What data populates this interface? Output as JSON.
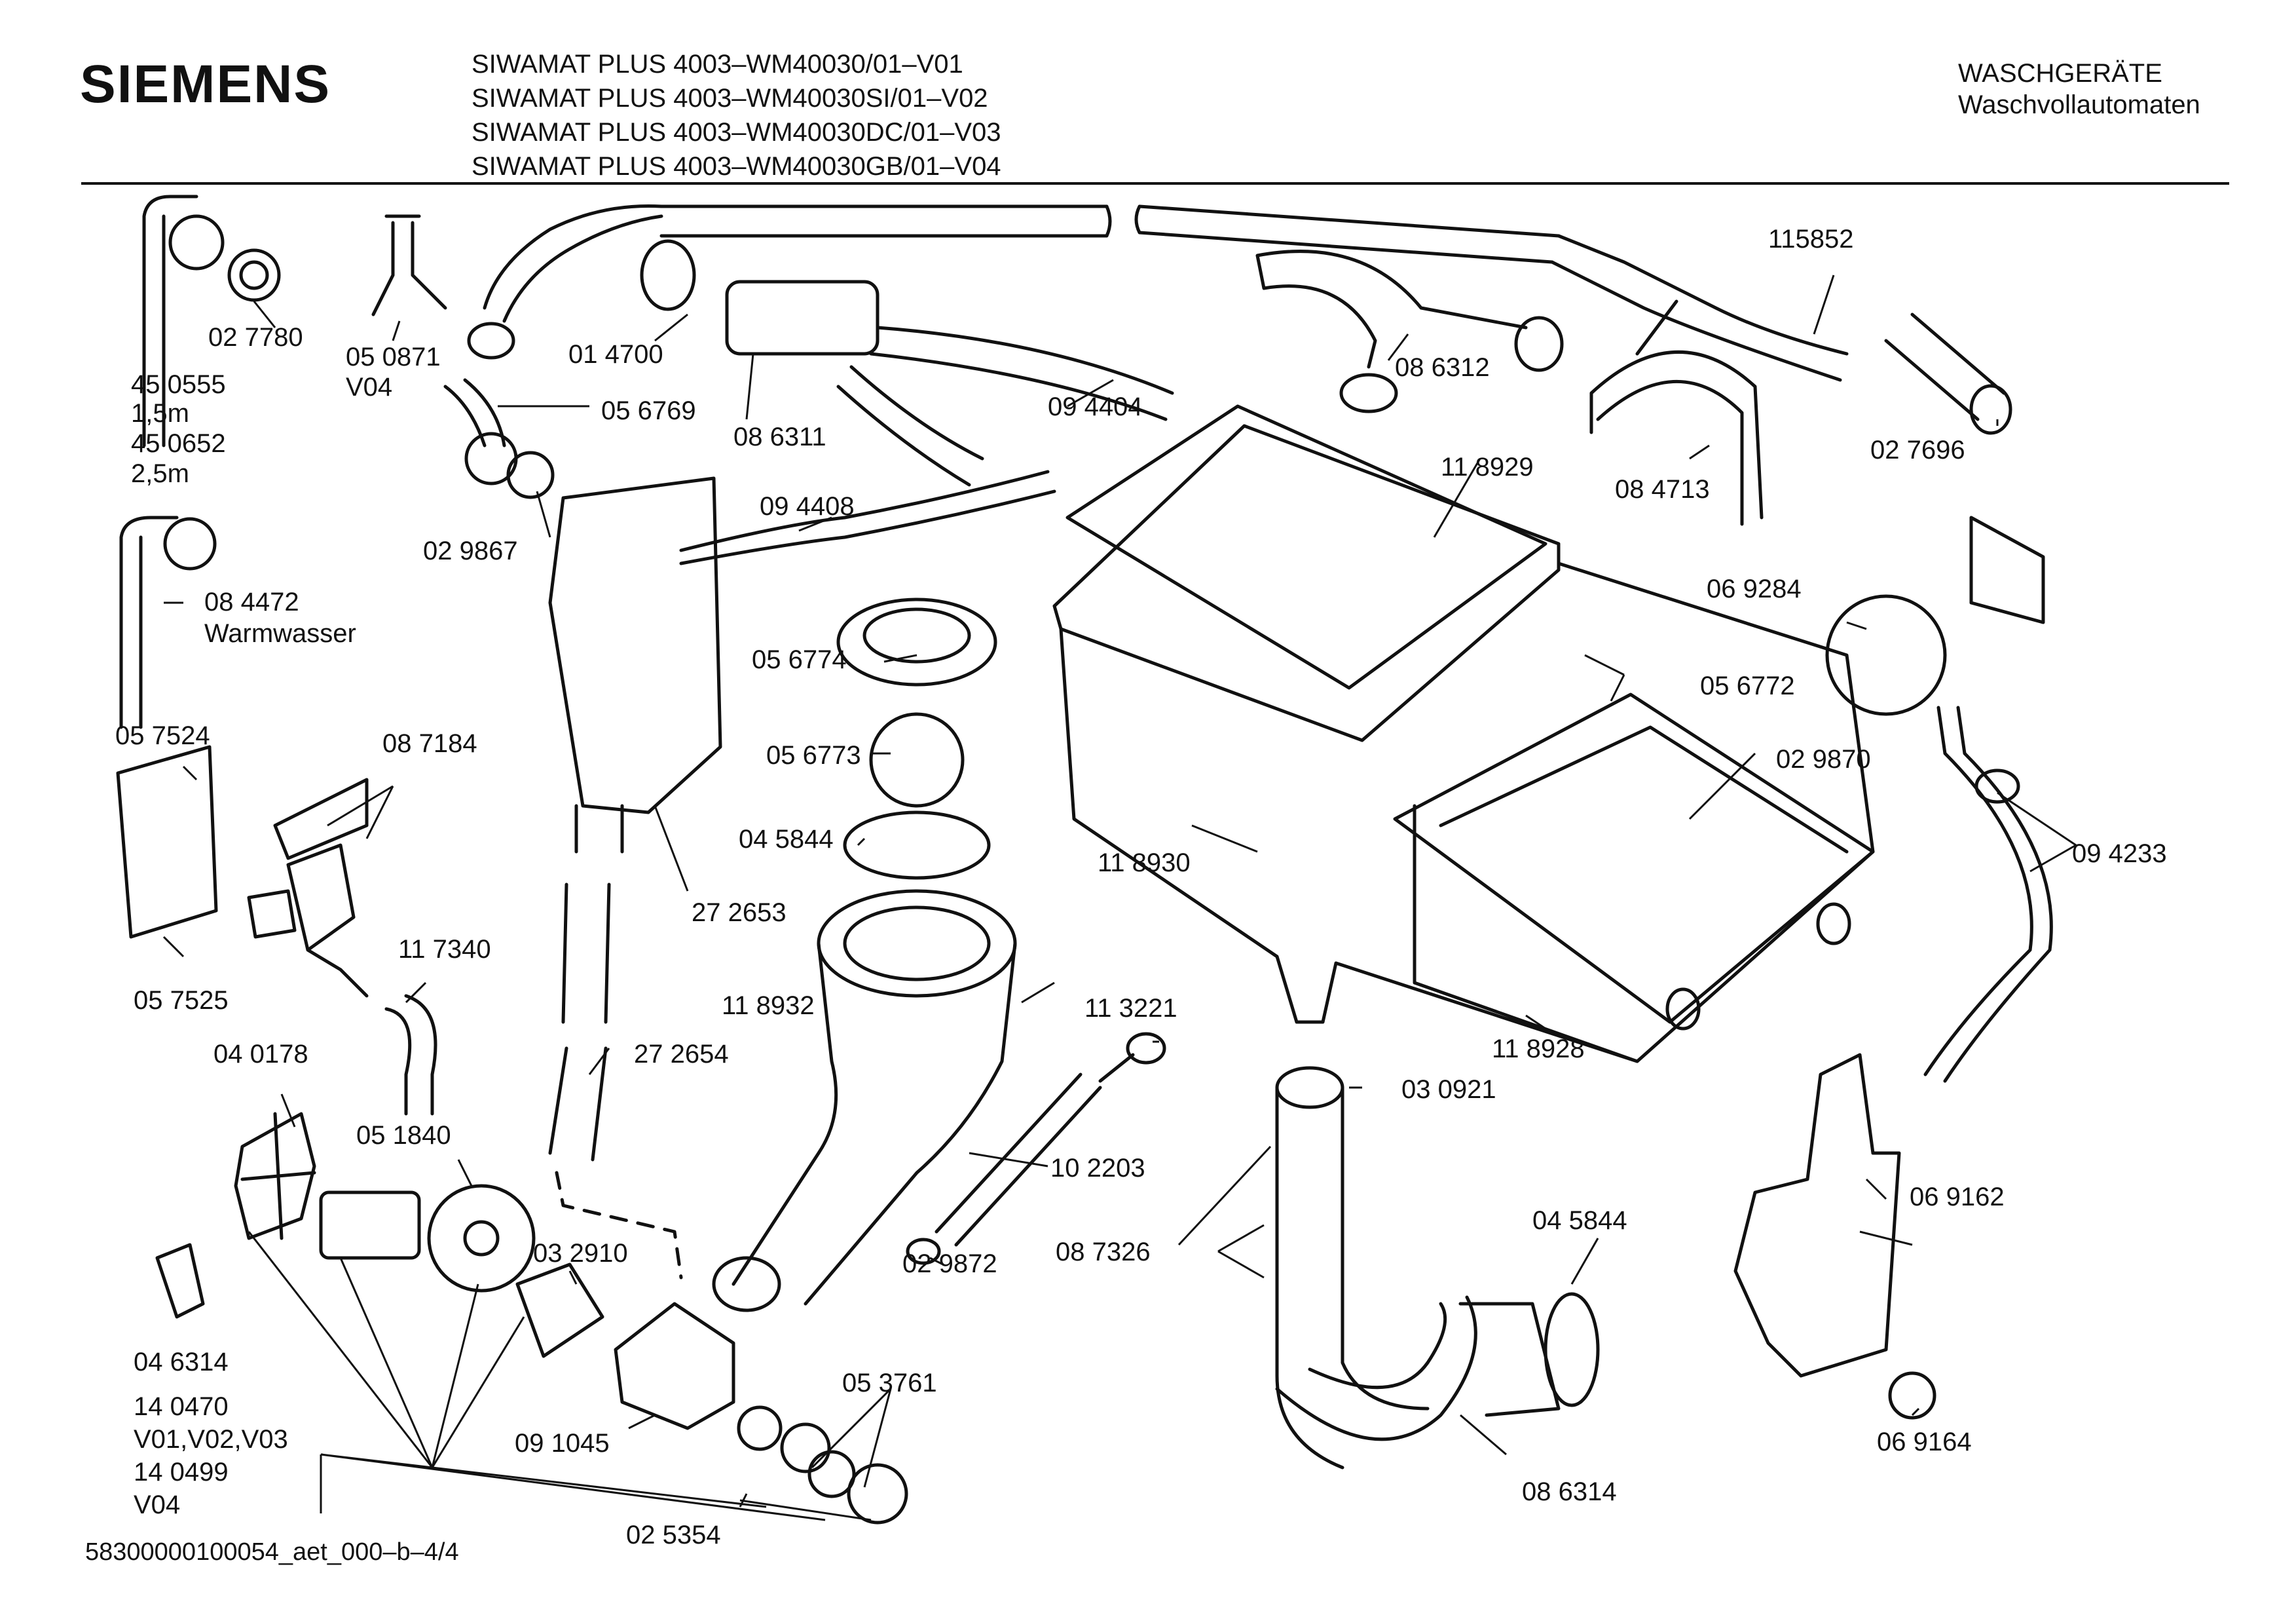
{
  "header": {
    "brand": "SIEMENS",
    "models": [
      "SIWAMAT PLUS 4003–WM40030/01–V01",
      "SIWAMAT PLUS 4003–WM40030SI/01–V02",
      "SIWAMAT PLUS 4003–WM40030DC/01–V03",
      "SIWAMAT PLUS 4003–WM40030GB/01–V04"
    ],
    "category": [
      "WASCHGERÄTE",
      "Waschvollautomaten"
    ]
  },
  "parts": [
    "02 7780",
    "05 0871",
    "V04",
    "45 0555",
    "1,5m",
    "45 0652",
    "2,5m",
    "01 4700",
    "05 6769",
    "08 6311",
    "09 4404",
    "02 9867",
    "09 4408",
    "08 6312",
    "115852",
    "08 4713",
    "02 7696",
    "11 8929",
    "08 4472",
    "Warmwasser",
    "05 6774",
    "06 9284",
    "05 6772",
    "05 6773",
    "02 9870",
    "05 7524",
    "08 7184",
    "04 5844",
    "11 8930",
    "27 2653",
    "09 4233",
    "11 7340",
    "05 7525",
    "11 8932",
    "11 3221",
    "27 2654",
    "11 8928",
    "03 0921",
    "04 0178",
    "05 1840",
    "10 2203",
    "06 9162",
    "04 5844",
    "03 2910",
    "02 9872",
    "08 7326",
    "04 6314",
    "14 0470",
    "V01,V02,V03",
    "14 0499",
    "V04",
    "05 3761",
    "09 1045",
    "08 6314",
    "06 9164",
    "02 5354"
  ],
  "footer": "58300000100054_aet_000–b–4/4"
}
